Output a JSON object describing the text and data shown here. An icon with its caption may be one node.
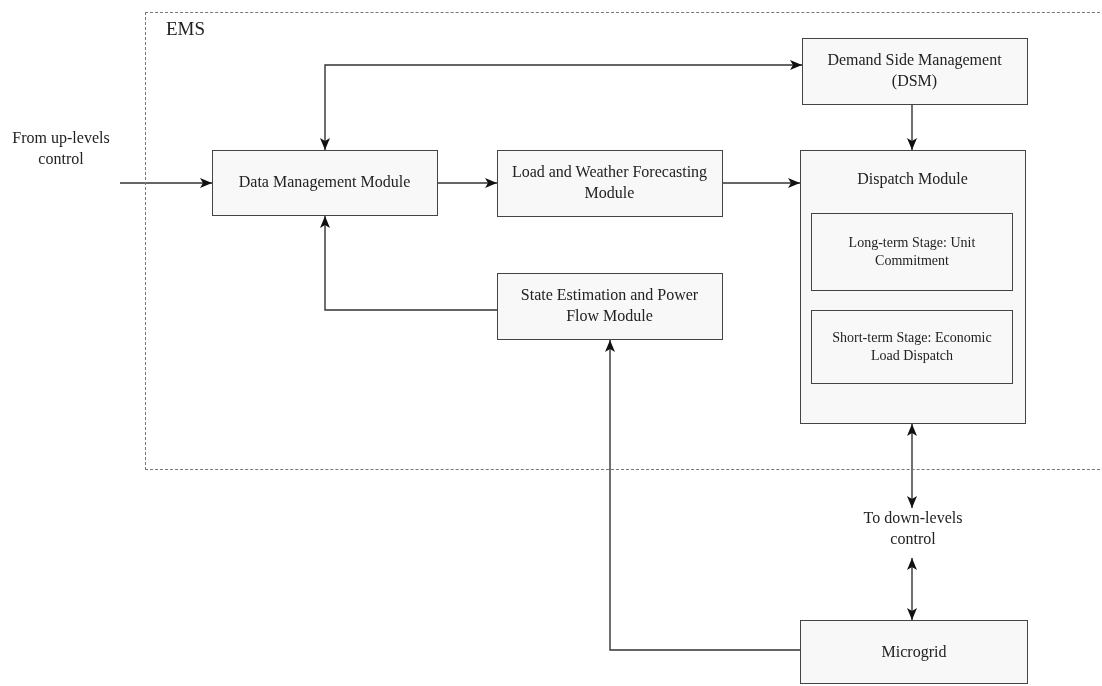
{
  "diagram": {
    "nodes": [
      {
        "text": [
          "EMS"
        ]
      },
      {
        "text": [
          "From up-levels control"
        ]
      },
      {
        "text": [
          "Data Management Module"
        ],
        "in": 0
      },
      {
        "text": [
          "Load and Weather Forecasting Module"
        ],
        "in": 0
      },
      {
        "text": [
          "Demand Side Management (DSM)"
        ],
        "in": 0
      },
      {
        "text": [
          "Dispatch Module"
        ],
        "in": 0
      },
      {
        "text": [
          "Long-term Stage: Unit Commitment"
        ],
        "in": 5
      },
      {
        "text": [
          "Short-term Stage: Economic Load Dispatch"
        ],
        "in": 5
      },
      {
        "text": [
          "State Estimation and Power Flow Module"
        ],
        "in": 0
      },
      {
        "text": [
          "To down-levels control"
        ]
      },
      {
        "text": [
          "Microgrid"
        ]
      }
    ],
    "edges": [
      {
        "from": 1,
        "to": 2,
        "arrow": "to"
      },
      {
        "from": 2,
        "to": 4,
        "arrow": "both"
      },
      {
        "from": 2,
        "to": 3,
        "arrow": "to"
      },
      {
        "from": 3,
        "to": 5,
        "arrow": "to"
      },
      {
        "from": 4,
        "to": 5,
        "arrow": "to"
      },
      {
        "from": 8,
        "to": 2,
        "arrow": "to"
      },
      {
        "from": 10,
        "to": 8,
        "arrow": "to"
      },
      {
        "from": 5,
        "to": 9,
        "arrow": "both"
      },
      {
        "from": 9,
        "to": 10,
        "arrow": "both"
      }
    ]
  }
}
